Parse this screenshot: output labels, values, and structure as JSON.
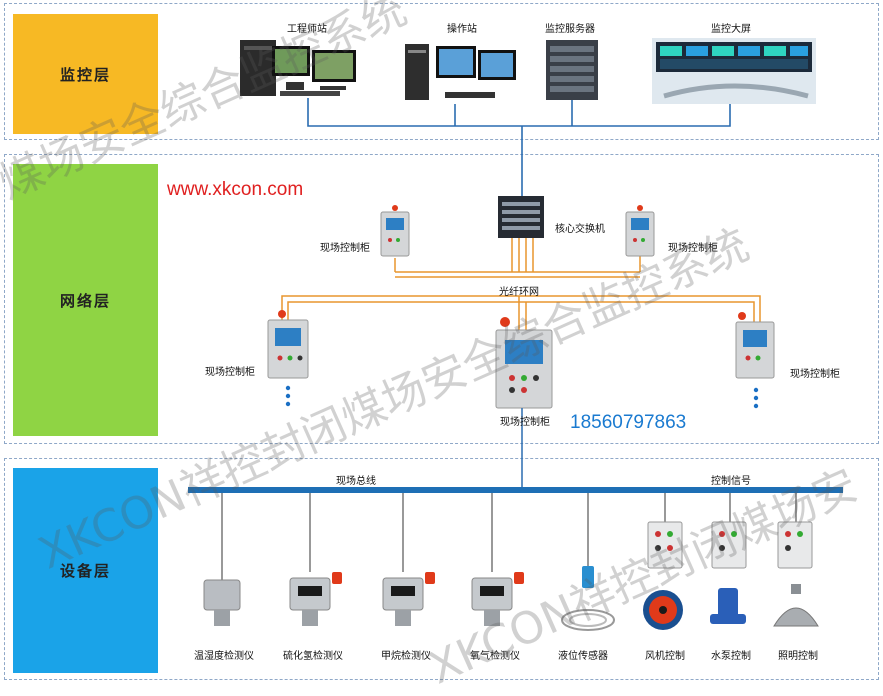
{
  "layers": {
    "monitor": {
      "label": "监控层",
      "color": "#f7b924"
    },
    "network": {
      "label": "网络层",
      "color": "#8fd444"
    },
    "device": {
      "label": "设备层",
      "color": "#1aa3e8"
    }
  },
  "monitor_items": {
    "engineer": "工程师站",
    "operator": "操作站",
    "server": "监控服务器",
    "bigscreen": "监控大屏"
  },
  "network": {
    "website": "www.xkcon.com",
    "core_switch": "核心交换机",
    "fiber_ring": "光纤环网",
    "cabinet_tl": "现场控制柜",
    "cabinet_tr": "现场控制柜",
    "cabinet_ml": "现场控制柜",
    "cabinet_mc": "现场控制柜",
    "cabinet_mr": "现场控制柜",
    "phone": "18560797863"
  },
  "device": {
    "field_bus": "现场总线",
    "control_signal": "控制信号",
    "items": [
      "温湿度检测仪",
      "硫化氢检测仪",
      "甲烷检测仪",
      "氧气检测仪",
      "液位传感器",
      "风机控制",
      "水泵控制",
      "照明控制"
    ]
  },
  "watermarks": [
    "煤场安全综合监控系统",
    "XKCON祥控封闭煤场安全综合监控系统",
    "XKCON祥控封闭煤场安"
  ],
  "colors": {
    "bus_blue": "#1e6fb5",
    "fiber_orange": "#e8962e",
    "link_blue": "#2a6cb0",
    "red_text": "#e02020",
    "phone_blue": "#1a7ad0"
  }
}
